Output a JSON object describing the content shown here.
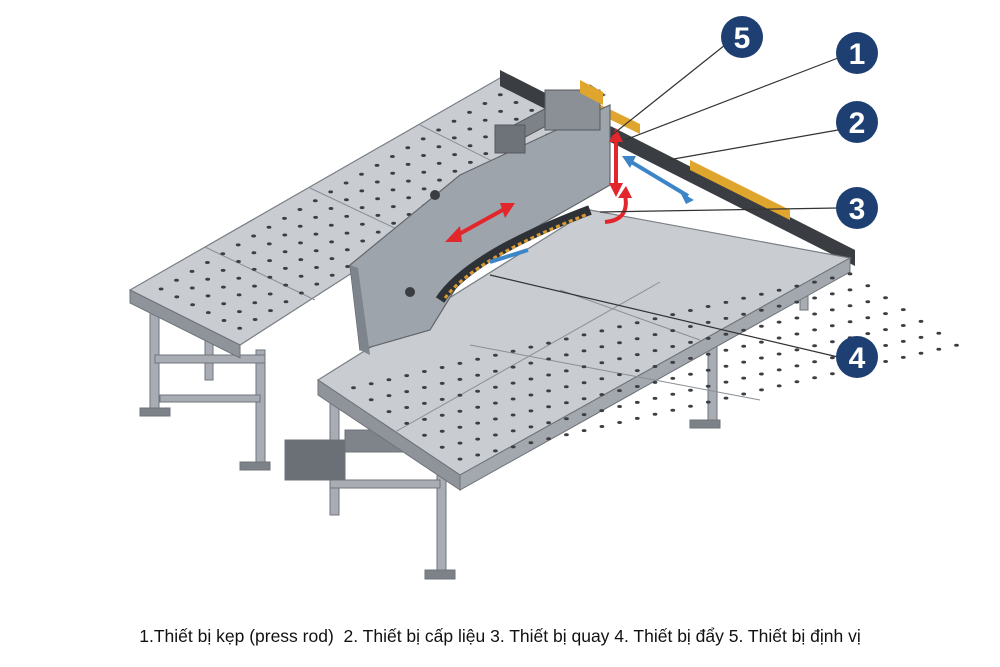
{
  "callouts": [
    {
      "number": "1",
      "label": "Thiết bị kẹp (press rod)"
    },
    {
      "number": "2",
      "label": "Thiết bị cấp liệu"
    },
    {
      "number": "3",
      "label": "Thiết bị quay"
    },
    {
      "number": "4",
      "label": "Thiết bị đẩy"
    },
    {
      "number": "5",
      "label": "Thiết bị định vị"
    }
  ],
  "caption": "1.Thiết bị kẹp (press rod)  2. Thiết bị cấp liệu 3. Thiết bị quay 4. Thiết bị đẩy 5. Thiết bị định vị",
  "colors": {
    "badge": "#1e3f72",
    "table_top": "#c9ccd1",
    "table_side": "#8f949b",
    "frame": "#a9adb3",
    "gantry": "#9ea4ab",
    "arrow_red": "#e3262b",
    "arrow_blue": "#3c86c8",
    "rail_yellow": "#e0a52c",
    "leader_line": "#333333"
  }
}
